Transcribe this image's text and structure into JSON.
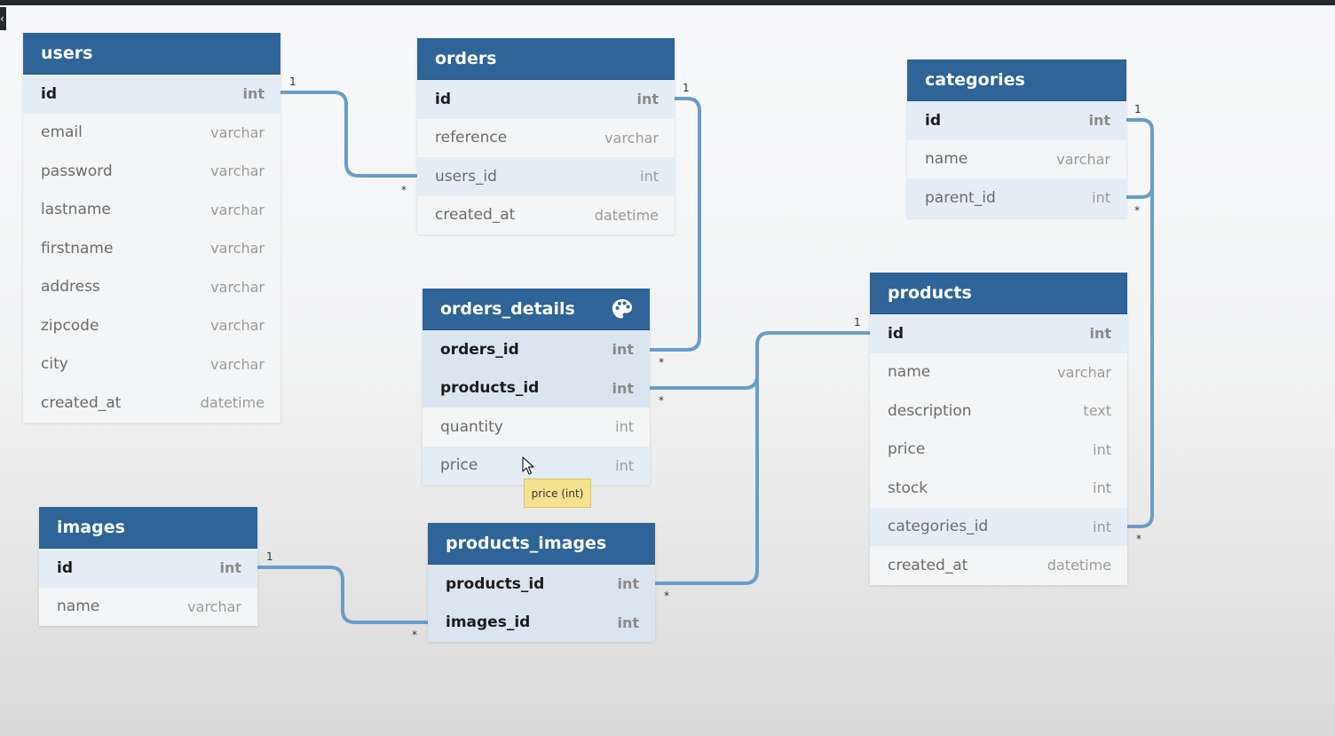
{
  "tables": {
    "users": {
      "name": "users",
      "columns": [
        {
          "name": "id",
          "type": "int"
        },
        {
          "name": "email",
          "type": "varchar"
        },
        {
          "name": "password",
          "type": "varchar"
        },
        {
          "name": "lastname",
          "type": "varchar"
        },
        {
          "name": "firstname",
          "type": "varchar"
        },
        {
          "name": "address",
          "type": "varchar"
        },
        {
          "name": "zipcode",
          "type": "varchar"
        },
        {
          "name": "city",
          "type": "varchar"
        },
        {
          "name": "created_at",
          "type": "datetime"
        }
      ]
    },
    "orders": {
      "name": "orders",
      "columns": [
        {
          "name": "id",
          "type": "int"
        },
        {
          "name": "reference",
          "type": "varchar"
        },
        {
          "name": "users_id",
          "type": "int"
        },
        {
          "name": "created_at",
          "type": "datetime"
        }
      ]
    },
    "categories": {
      "name": "categories",
      "columns": [
        {
          "name": "id",
          "type": "int"
        },
        {
          "name": "name",
          "type": "varchar"
        },
        {
          "name": "parent_id",
          "type": "int"
        }
      ]
    },
    "orders_details": {
      "name": "orders_details",
      "columns": [
        {
          "name": "orders_id",
          "type": "int"
        },
        {
          "name": "products_id",
          "type": "int"
        },
        {
          "name": "quantity",
          "type": "int"
        },
        {
          "name": "price",
          "type": "int"
        }
      ]
    },
    "products": {
      "name": "products",
      "columns": [
        {
          "name": "id",
          "type": "int"
        },
        {
          "name": "name",
          "type": "varchar"
        },
        {
          "name": "description",
          "type": "text"
        },
        {
          "name": "price",
          "type": "int"
        },
        {
          "name": "stock",
          "type": "int"
        },
        {
          "name": "categories_id",
          "type": "int"
        },
        {
          "name": "created_at",
          "type": "datetime"
        }
      ]
    },
    "images": {
      "name": "images",
      "columns": [
        {
          "name": "id",
          "type": "int"
        },
        {
          "name": "name",
          "type": "varchar"
        }
      ]
    },
    "products_images": {
      "name": "products_images",
      "columns": [
        {
          "name": "products_id",
          "type": "int"
        },
        {
          "name": "images_id",
          "type": "int"
        }
      ]
    }
  },
  "relations": [
    {
      "from": "users.id",
      "to": "orders.users_id",
      "one": "1",
      "many": "*"
    },
    {
      "from": "orders.id",
      "to": "orders_details.orders_id",
      "one": "1",
      "many": "*"
    },
    {
      "from": "products.id",
      "to": "orders_details.products_id",
      "one": "1",
      "many": "*"
    },
    {
      "from": "products.id",
      "to": "products_images.products_id",
      "one": "1",
      "many": "*"
    },
    {
      "from": "images.id",
      "to": "products_images.images_id",
      "one": "1",
      "many": "*"
    },
    {
      "from": "categories.id",
      "to": "categories.parent_id",
      "one": "1",
      "many": "*"
    },
    {
      "from": "categories.id",
      "to": "products.categories_id",
      "one": "1",
      "many": "*"
    }
  ],
  "tooltip": "price (int)",
  "colors": {
    "header": "#2e6498",
    "link": "#6a9cc9",
    "tooltip": "#f5e28f"
  },
  "icons": {
    "orders_details_header": "palette-icon",
    "cursor": "cursor-arrow-icon"
  }
}
